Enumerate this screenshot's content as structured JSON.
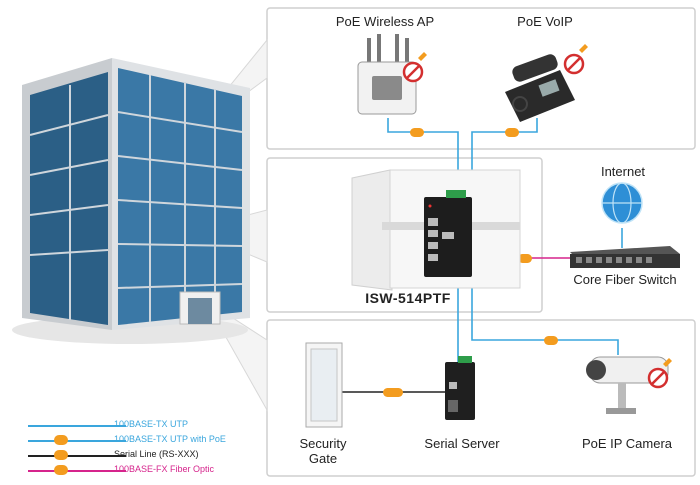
{
  "devices": {
    "wireless_ap": "PoE Wireless AP",
    "voip": "PoE VoIP",
    "internet": "Internet",
    "core_switch": "Core Fiber Switch",
    "main_switch": "ISW-514PTF",
    "security_gate": [
      "Security",
      "Gate"
    ],
    "serial_server": "Serial Server",
    "ip_camera": "PoE IP Camera"
  },
  "legend": [
    {
      "label": "100BASE-TX UTP",
      "color": "#3aa6dd",
      "tag": false,
      "text_color": "#3aa6dd"
    },
    {
      "label": "100BASE-TX UTP with PoE",
      "color": "#3aa6dd",
      "tag": true,
      "text_color": "#3aa6dd"
    },
    {
      "label": "Serial Line (RS-XXX)",
      "color": "#222222",
      "tag": true,
      "text_color": "#222222"
    },
    {
      "label": "100BASE-FX Fiber Optic",
      "color": "#d6248c",
      "tag": true,
      "text_color": "#d6248c"
    }
  ],
  "colors": {
    "utp": "#3aa6dd",
    "serial": "#222222",
    "fiber": "#d6248c",
    "tag": "#f39c1f",
    "panel_border": "#cfcfcf"
  }
}
